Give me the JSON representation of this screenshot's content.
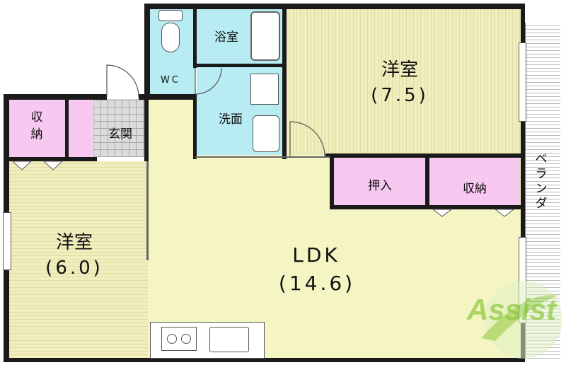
{
  "rooms": {
    "western_room_large": {
      "name": "洋室",
      "size": "(7.5)"
    },
    "western_room_small": {
      "name": "洋室",
      "size": "(6.0)"
    },
    "ldk": {
      "name": "LDK",
      "size": "(14.6)"
    },
    "bath": {
      "name": "浴室"
    },
    "washroom": {
      "name": "洗面"
    },
    "toilet": {
      "name": "WC"
    },
    "entrance": {
      "name": "玄関"
    },
    "closet_oshiire": {
      "name": "押入"
    },
    "storage_right": {
      "name": "収納"
    },
    "storage_left": {
      "name": "収納"
    },
    "veranda": {
      "name": "ベランダ"
    }
  },
  "logo": {
    "text": "Assist"
  },
  "colors": {
    "ldk_floor": "#f4f5c2",
    "western_floor": "#f1eebd",
    "storage": "#f7c8f0",
    "water_area": "#b6ecf2",
    "walls": "#1a1a1a",
    "logo_green": "#8cc83c"
  }
}
